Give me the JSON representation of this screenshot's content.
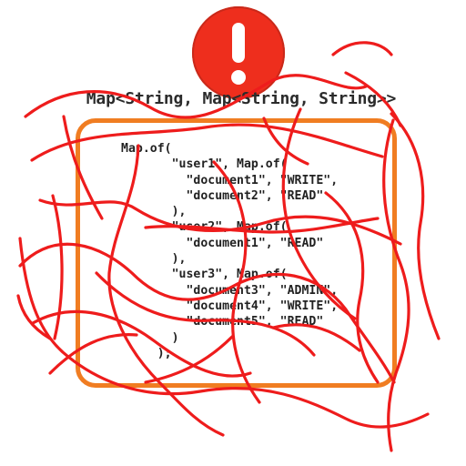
{
  "alert": {
    "icon": "exclamation-icon",
    "color": "#ee2e1d"
  },
  "type_title": "Map<String, Map<String, String>>",
  "box_color": "#f07d22",
  "scribble_color": "#ee1c1c",
  "code_lines": [
    "Map.of(",
    "       \"user1\", Map.of(",
    "         \"document1\", \"WRITE\",",
    "         \"document2\", \"READ\"",
    "       ),",
    "       \"user2\", Map.of(",
    "         \"document1\", \"READ\"",
    "       ),",
    "       \"user3\", Map.of(",
    "         \"document3\", \"ADMIN\",",
    "         \"document4\", \"WRITE\",",
    "         \"document5\", \"READ\"",
    "       )",
    "     );"
  ]
}
